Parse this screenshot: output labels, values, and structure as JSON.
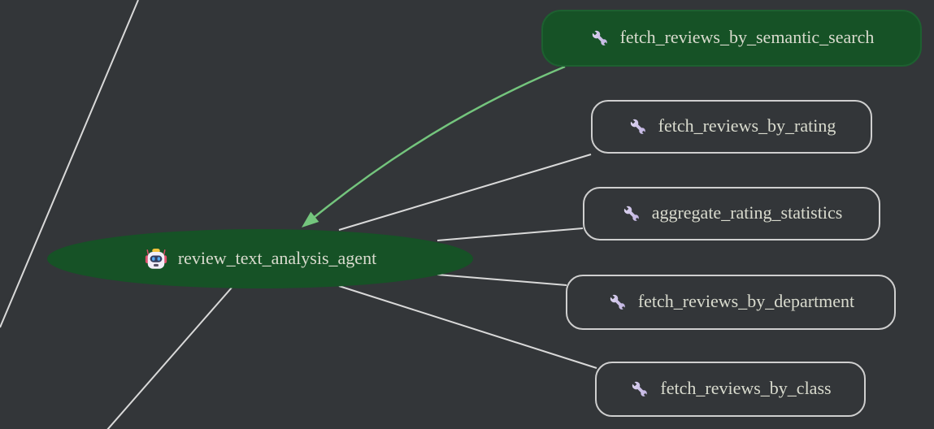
{
  "diagram": {
    "agent": {
      "label": "review_text_analysis_agent",
      "icon": "robot-icon",
      "shape": "ellipse"
    },
    "tools": [
      {
        "label": "fetch_reviews_by_semantic_search",
        "icon": "wrench-icon",
        "highlighted": true
      },
      {
        "label": "fetch_reviews_by_rating",
        "icon": "wrench-icon",
        "highlighted": false
      },
      {
        "label": "aggregate_rating_statistics",
        "icon": "wrench-icon",
        "highlighted": false
      },
      {
        "label": "fetch_reviews_by_department",
        "icon": "wrench-icon",
        "highlighted": false
      },
      {
        "label": "fetch_reviews_by_class",
        "icon": "wrench-icon",
        "highlighted": false
      }
    ],
    "edges": [
      {
        "from": "fetch_reviews_by_semantic_search",
        "to": "review_text_analysis_agent",
        "type": "arrow",
        "color": "active-green"
      },
      {
        "from": "review_text_analysis_agent",
        "to": "fetch_reviews_by_rating",
        "type": "line"
      },
      {
        "from": "review_text_analysis_agent",
        "to": "aggregate_rating_statistics",
        "type": "line"
      },
      {
        "from": "review_text_analysis_agent",
        "to": "fetch_reviews_by_department",
        "type": "line"
      },
      {
        "from": "review_text_analysis_agent",
        "to": "fetch_reviews_by_class",
        "type": "line"
      },
      {
        "from": "review_text_analysis_agent",
        "to": "offscreen_bottom_left",
        "type": "line"
      },
      {
        "from": "offscreen_top_left",
        "to": "offscreen_left",
        "type": "line"
      }
    ]
  },
  "colors": {
    "background": "#333639",
    "node-fill": "#165226",
    "node-border": "#cfcfcf",
    "edge": "#d9d9d9",
    "edge-active": "#74c57d",
    "text": "#d9dbce"
  }
}
